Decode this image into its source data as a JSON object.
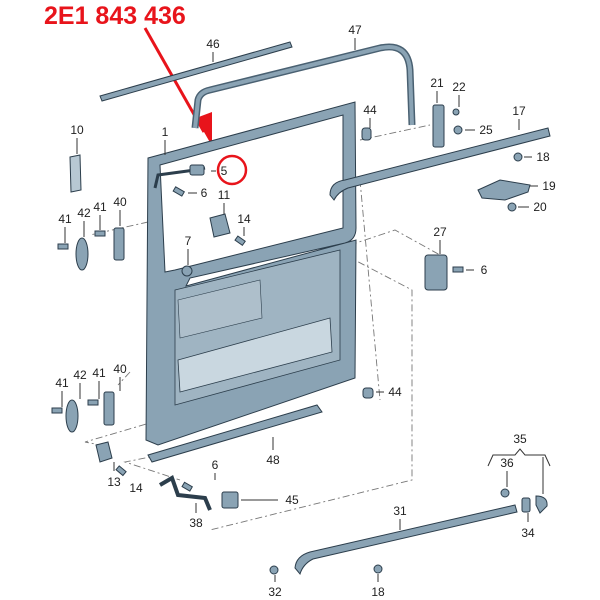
{
  "part_number": "2E1 843 436",
  "colors": {
    "highlight": "#e8141b",
    "part_fill": "#8aa3b4",
    "line": "#2c3e4c"
  },
  "labels": {
    "p46": "46",
    "p47": "47",
    "p1": "1",
    "p10": "10",
    "p44a": "44",
    "p21": "21",
    "p22": "22",
    "p25": "25",
    "p17": "17",
    "p18a": "18",
    "p5": "5",
    "p6a": "6",
    "p19": "19",
    "p20": "20",
    "p11": "11",
    "p14a": "14",
    "p41a": "41",
    "p42a": "42",
    "p41b": "41",
    "p40a": "40",
    "p7": "7",
    "p27": "27",
    "p6b": "6",
    "p41c": "41",
    "p42b": "42",
    "p41d": "41",
    "p40b": "40",
    "p44b": "44",
    "p48": "48",
    "p13": "13",
    "p14b": "14",
    "p6c": "6",
    "p45": "45",
    "p38": "38",
    "p35": "35",
    "p36": "36",
    "p34": "34",
    "p31": "31",
    "p32": "32",
    "p18b": "18"
  }
}
